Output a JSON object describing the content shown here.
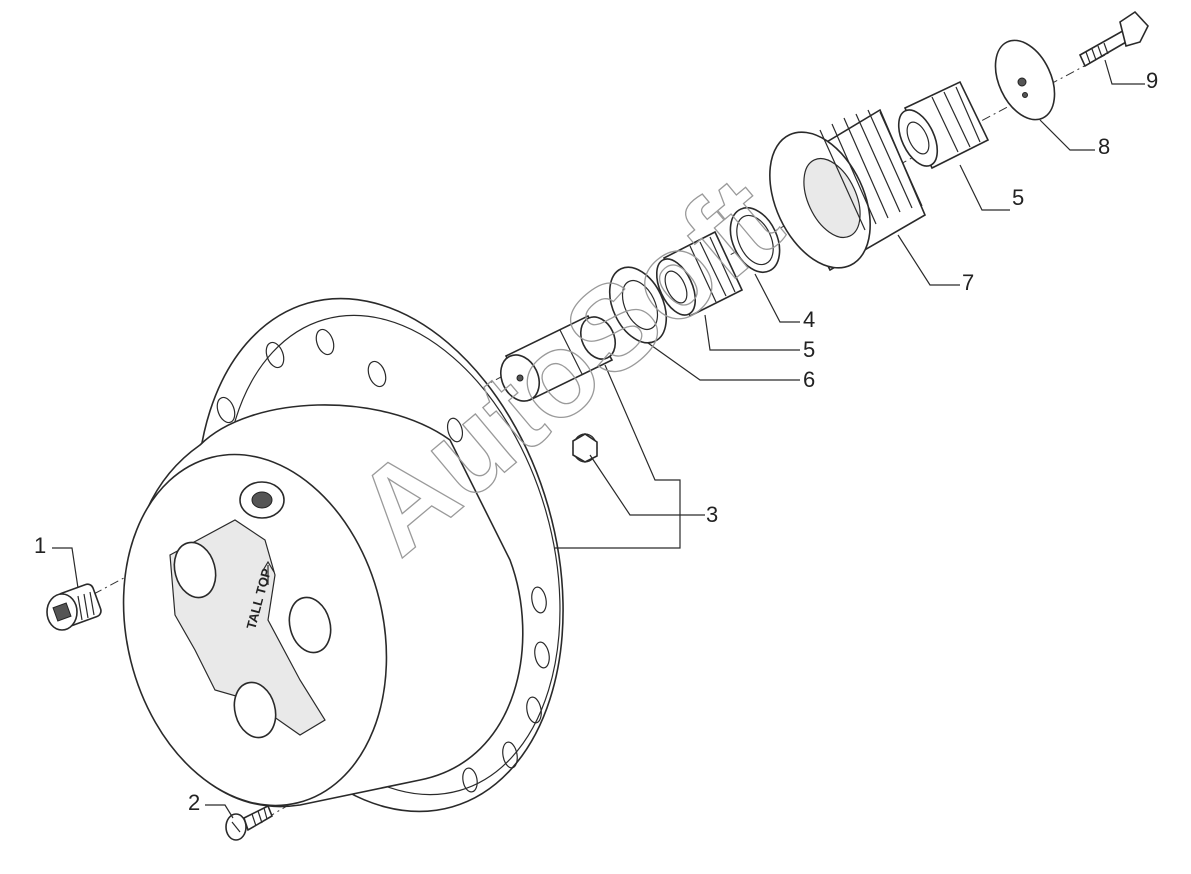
{
  "callouts": {
    "c1": "1",
    "c2": "2",
    "c3": "3",
    "c4": "4",
    "c5a": "5",
    "c5b": "5",
    "c6": "6",
    "c7": "7",
    "c8": "8",
    "c9": "9"
  },
  "housing": {
    "logo_text": "TALL TOP"
  },
  "watermark": {
    "text": "AutoSoft"
  }
}
